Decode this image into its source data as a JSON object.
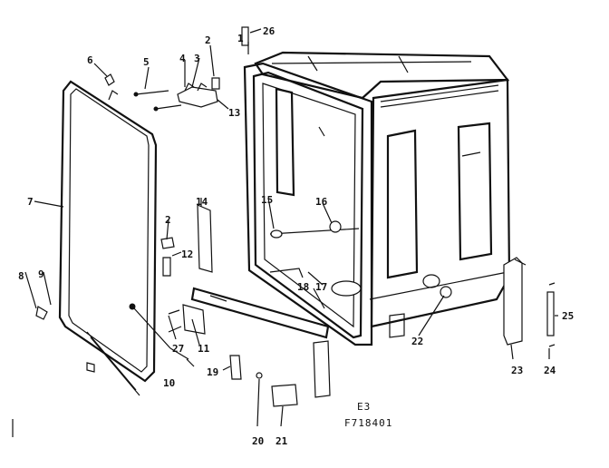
{
  "labels": {
    "p1": "1",
    "p2a": "2",
    "p2b": "2",
    "p3": "3",
    "p4": "4",
    "p5": "5",
    "p6": "6",
    "p7": "7",
    "p8": "8",
    "p9": "9",
    "p10": "10",
    "p11": "11",
    "p12": "12",
    "p13": "13",
    "p14": "14",
    "p15": "15",
    "p16": "16",
    "p17": "17",
    "p18": "18",
    "p19": "19",
    "p20": "20",
    "p21": "21",
    "p22": "22",
    "p23": "23",
    "p24": "24",
    "p25": "25",
    "p26": "26",
    "p27": "27"
  },
  "caption": {
    "code": "E3",
    "figure": "F718401"
  }
}
